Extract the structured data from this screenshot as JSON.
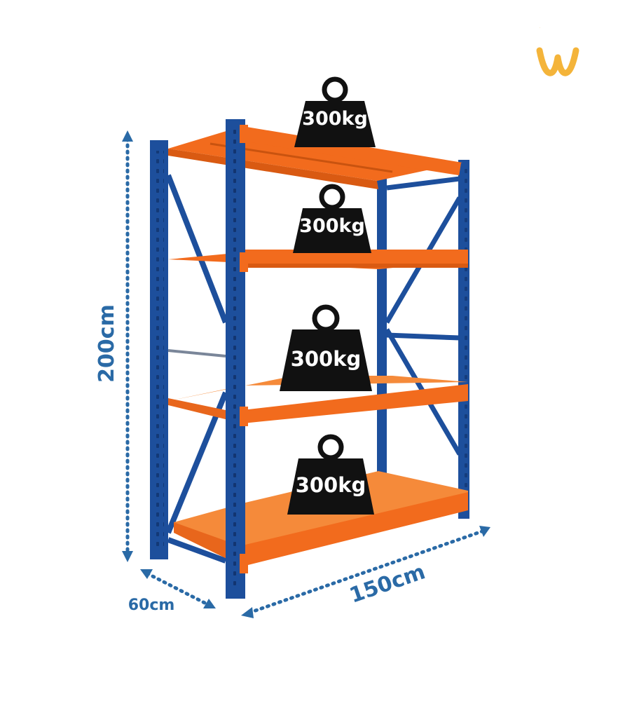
{
  "logo": {
    "text": "w",
    "color": "#f4b43a"
  },
  "colors": {
    "frame_blue": "#1d4f9c",
    "shelf_orange": "#f26b1d",
    "dimension_blue": "#2a6aa6",
    "weight_black": "#111111"
  },
  "dimensions": {
    "height": "200cm",
    "width": "150cm",
    "depth": "60cm"
  },
  "weights": [
    {
      "label": "300kg"
    },
    {
      "label": "300kg"
    },
    {
      "label": "300kg"
    },
    {
      "label": "300kg"
    }
  ]
}
